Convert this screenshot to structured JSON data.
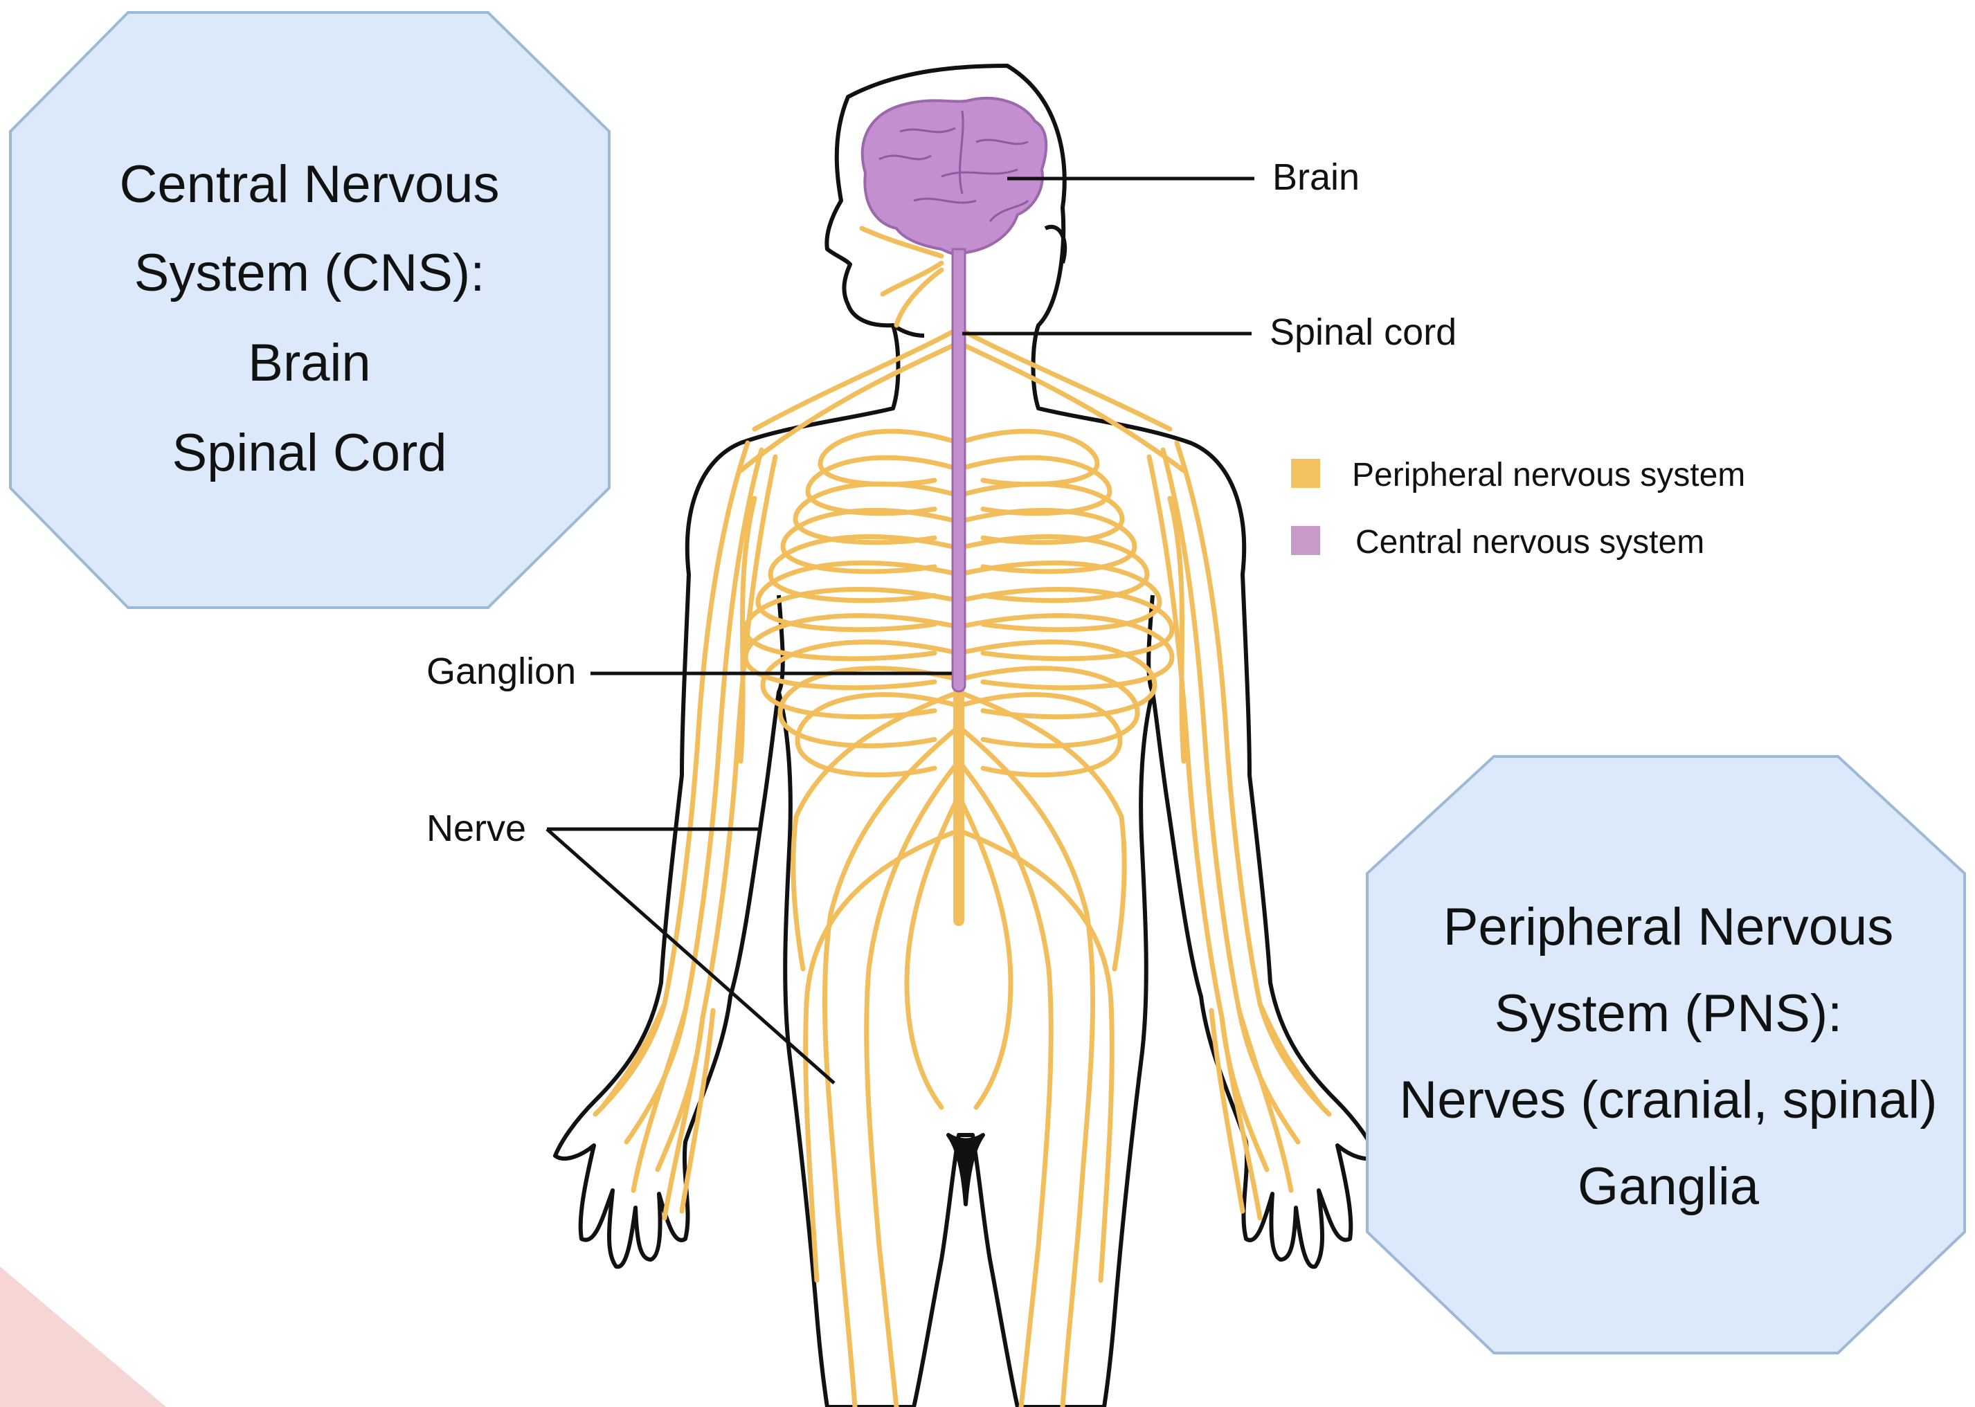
{
  "boxes": {
    "cns": {
      "lines": [
        "Central Nervous",
        "System (CNS):",
        "Brain",
        "Spinal Cord"
      ]
    },
    "pns": {
      "lines": [
        "Peripheral Nervous",
        "System (PNS):",
        "Nerves (cranial, spinal)",
        "Ganglia"
      ]
    }
  },
  "labels": {
    "brain": "Brain",
    "spinal_cord": "Spinal cord",
    "ganglion": "Ganglion",
    "nerve": "Nerve"
  },
  "legend": [
    {
      "label": "Peripheral nervous system",
      "color": "#f2c160"
    },
    {
      "label": "Central nervous system",
      "color": "#c79ac8"
    }
  ],
  "colors": {
    "box_fill": "#dbe9fa",
    "box_stroke": "#9db9d8",
    "nerve": "#f2be5c",
    "cns": "#c48fd0",
    "outline": "#111111"
  }
}
